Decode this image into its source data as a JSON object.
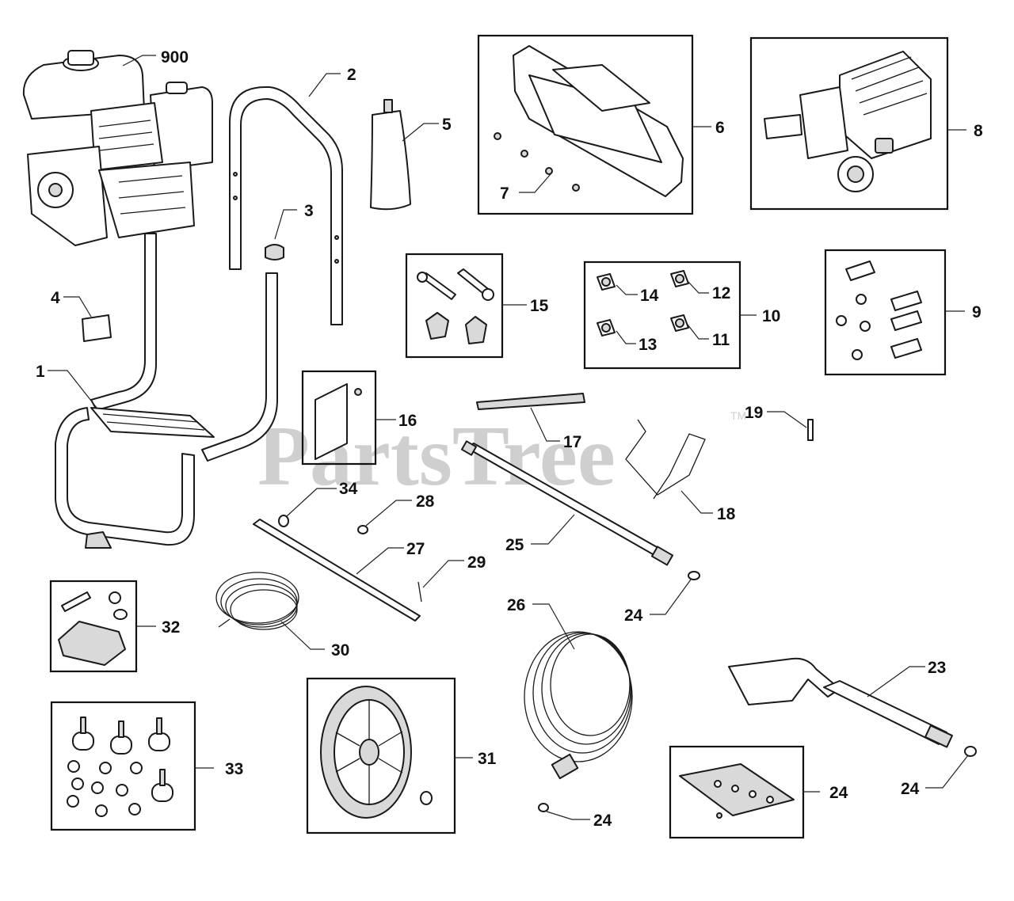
{
  "watermark": {
    "text": "PartsTree",
    "trademark": "TM"
  },
  "parts": [
    {
      "id": "900"
    },
    {
      "id": "2"
    },
    {
      "id": "5"
    },
    {
      "id": "6"
    },
    {
      "id": "8"
    },
    {
      "id": "7"
    },
    {
      "id": "3"
    },
    {
      "id": "4"
    },
    {
      "id": "15"
    },
    {
      "id": "14"
    },
    {
      "id": "12"
    },
    {
      "id": "10"
    },
    {
      "id": "13"
    },
    {
      "id": "11"
    },
    {
      "id": "9"
    },
    {
      "id": "1"
    },
    {
      "id": "16"
    },
    {
      "id": "17"
    },
    {
      "id": "19"
    },
    {
      "id": "18"
    },
    {
      "id": "34"
    },
    {
      "id": "28"
    },
    {
      "id": "25"
    },
    {
      "id": "27"
    },
    {
      "id": "29"
    },
    {
      "id": "24"
    },
    {
      "id": "26"
    },
    {
      "id": "32"
    },
    {
      "id": "30"
    },
    {
      "id": "23"
    },
    {
      "id": "33"
    },
    {
      "id": "31"
    },
    {
      "id": "24"
    },
    {
      "id": "24"
    },
    {
      "id": "24"
    }
  ]
}
